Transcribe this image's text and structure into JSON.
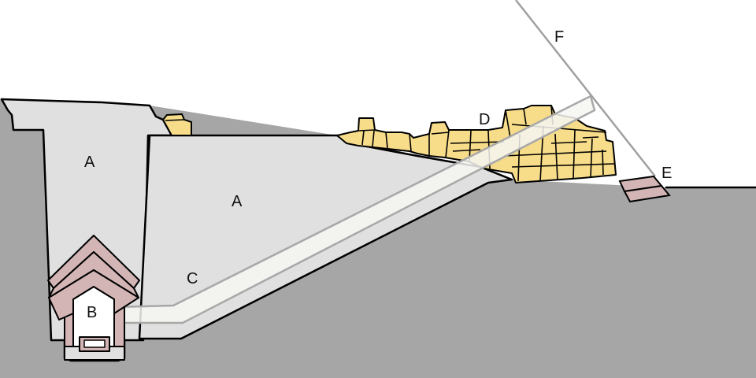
{
  "diagram": {
    "labels": {
      "a_left": "A",
      "a_right": "A",
      "b": "B",
      "c": "C",
      "d": "D",
      "e": "E",
      "f": "F"
    },
    "colors": {
      "ground": "#a6a6a6",
      "masonry": "#e0e0e0",
      "rubble": "#f7dc8a",
      "granite": "#d4b5b5",
      "passage": "#f5f5f3",
      "guide_line": "#a0a0a0"
    }
  }
}
